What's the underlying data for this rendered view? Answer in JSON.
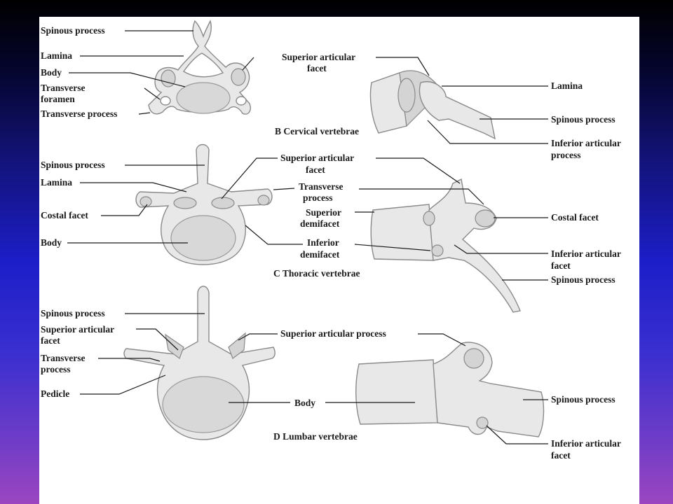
{
  "cervical": {
    "caption": "B Cervical vertebrae",
    "left": {
      "spinous": "Spinous process",
      "lamina": "Lamina",
      "body": "Body",
      "foramen_1": "Transverse",
      "foramen_2": "foramen",
      "transverse": "Transverse process"
    },
    "right": {
      "sup_facet_1": "Superior articular",
      "sup_facet_2": "facet",
      "lamina": "Lamina",
      "spinous": "Spinous process",
      "inf_proc_1": "Inferior articular",
      "inf_proc_2": "process"
    }
  },
  "thoracic": {
    "caption": "C Thoracic vertebrae",
    "left": {
      "spinous": "Spinous process",
      "lamina": "Lamina",
      "costal": "Costal facet",
      "body": "Body"
    },
    "center": {
      "sup_facet_1": "Superior articular",
      "sup_facet_2": "facet",
      "transverse_1": "Transverse",
      "transverse_2": "process",
      "sup_demi_1": "Superior",
      "sup_demi_2": "demifacet",
      "inf_demi_1": "Inferior",
      "inf_demi_2": "demifacet"
    },
    "right": {
      "costal": "Costal facet",
      "inf_facet_1": "Inferior articular",
      "inf_facet_2": "facet",
      "spinous": "Spinous process"
    }
  },
  "lumbar": {
    "caption": "D Lumbar vertebrae",
    "left": {
      "spinous": "Spinous process",
      "sup_facet_1": "Superior articular",
      "sup_facet_2": "facet",
      "transverse_1": "Transverse",
      "transverse_2": "process",
      "pedicle": "Pedicle"
    },
    "center": {
      "sup_proc": "Superior articular process",
      "body": "Body"
    },
    "right": {
      "spinous": "Spinous process",
      "inf_facet_1": "Inferior articular",
      "inf_facet_2": "facet"
    }
  }
}
